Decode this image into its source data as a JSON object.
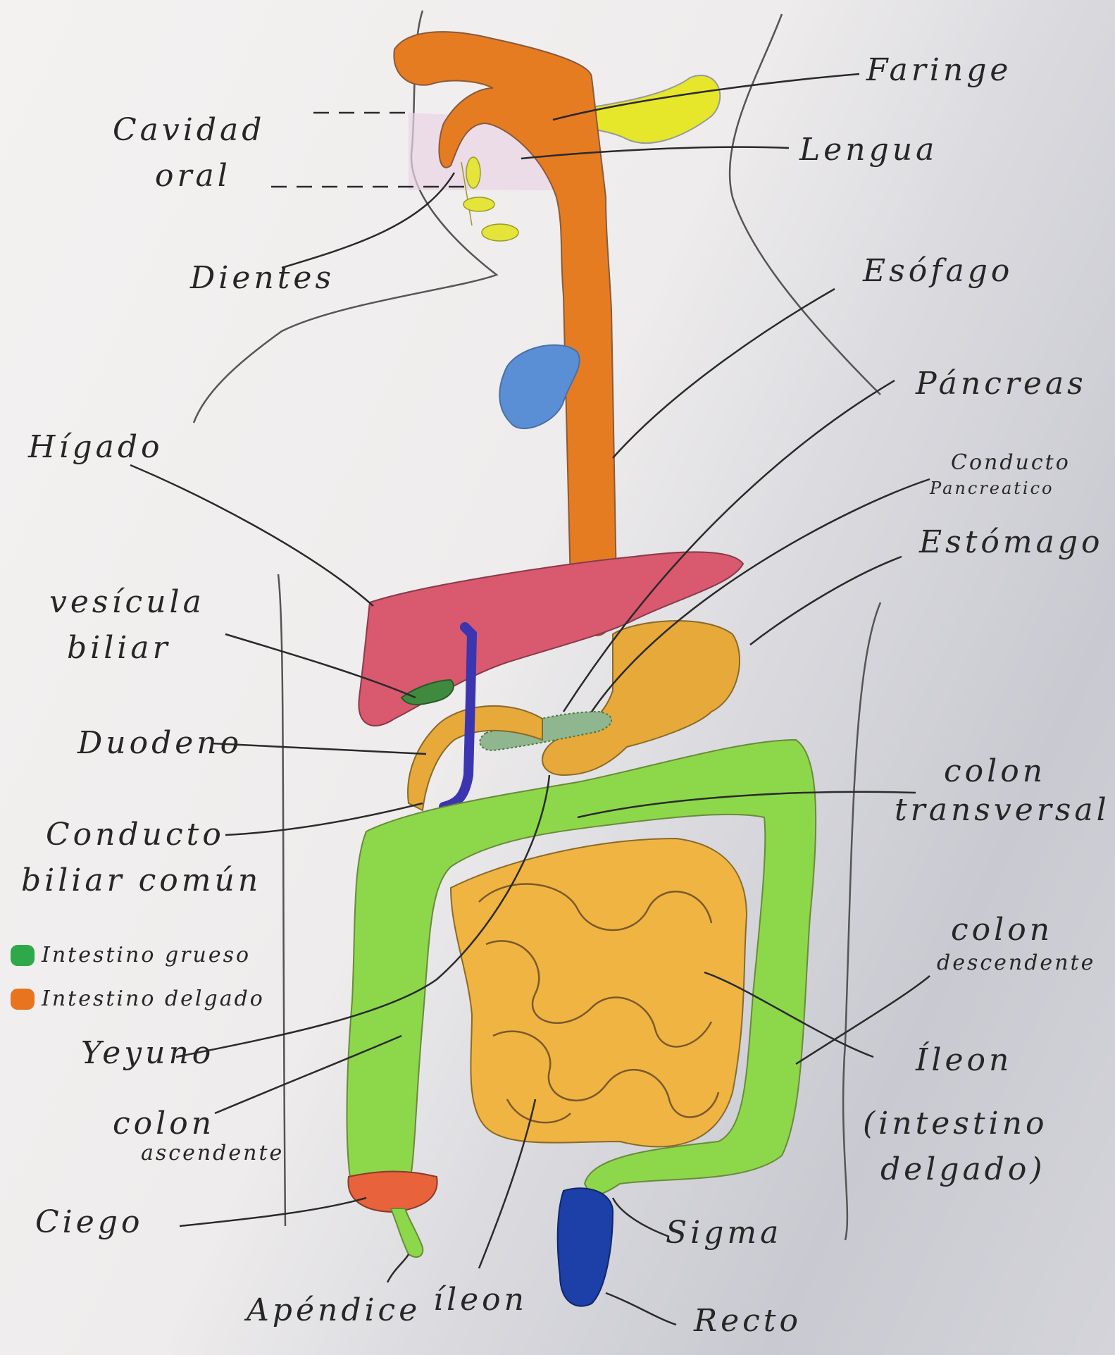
{
  "labels": {
    "faringe": "Faringe",
    "lengua": "Lengua",
    "cavidad_oral_1": "Cavidad",
    "cavidad_oral_2": "oral",
    "dientes": "Dientes",
    "esofago": "Esófago",
    "pancreas": "Páncreas",
    "conducto_pancreatico_1": "Conducto",
    "conducto_pancreatico_2": "Pancreatico",
    "estomago": "Estómago",
    "higado": "Hígado",
    "vesicula_1": "vesícula",
    "vesicula_2": "biliar",
    "duodeno": "Duodeno",
    "conducto_biliar_1": "Conducto",
    "conducto_biliar_2": "biliar común",
    "colon_transversal_1": "colon",
    "colon_transversal_2": "transversal",
    "colon_descendente_1": "colon",
    "colon_descendente_2": "descendente",
    "yeyuno": "Yeyuno",
    "colon_ascendente_1": "colon",
    "colon_ascendente_2": "ascendente",
    "ileon_right": "Íleon",
    "intestino_delgado_1": "(intestino",
    "intestino_delgado_2": "delgado)",
    "ciego": "Ciego",
    "sigma": "Sigma",
    "apendice": "Apéndice",
    "ileon_bottom": "íleon",
    "recto": "Recto"
  },
  "legend": [
    {
      "label": "Intestino grueso",
      "color": "#2fa84a"
    },
    {
      "label": "Intestino delgado",
      "color": "#e8741f"
    }
  ],
  "colors": {
    "esophagus": "#e67c22",
    "liver": "#d9596f",
    "gallbladder": "#3f8a3f",
    "bile_duct": "#3b35b0",
    "stomach": "#e6a93a",
    "large_intestine": "#8cd84a",
    "small_intestine": "#f0b443",
    "pancreas": "#6b9e6b",
    "salivary": "#e6e62a",
    "lung": "#5a8fd6",
    "cecum": "#e8623c",
    "rectum": "#1d3fa8"
  }
}
